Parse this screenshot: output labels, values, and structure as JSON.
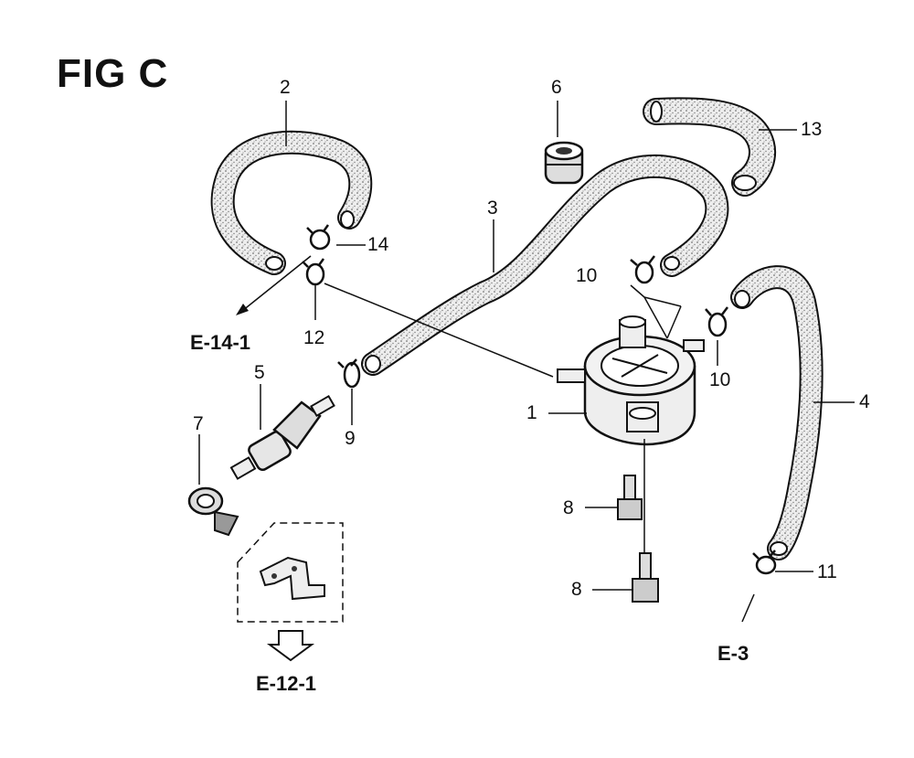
{
  "figure": {
    "title": "FIG C"
  },
  "callouts": {
    "c1": "1",
    "c2": "2",
    "c3": "3",
    "c4": "4",
    "c5": "5",
    "c6": "6",
    "c7": "7",
    "c8a": "8",
    "c8b": "8",
    "c9": "9",
    "c10a": "10",
    "c10b": "10",
    "c11": "11",
    "c12": "12",
    "c13": "13",
    "c14": "14"
  },
  "references": {
    "e14": "E-14-1",
    "e12": "E-12-1",
    "e3": "E-3"
  },
  "colors": {
    "line": "#111111",
    "hose": "#d8d8d8",
    "background": "#ffffff"
  }
}
